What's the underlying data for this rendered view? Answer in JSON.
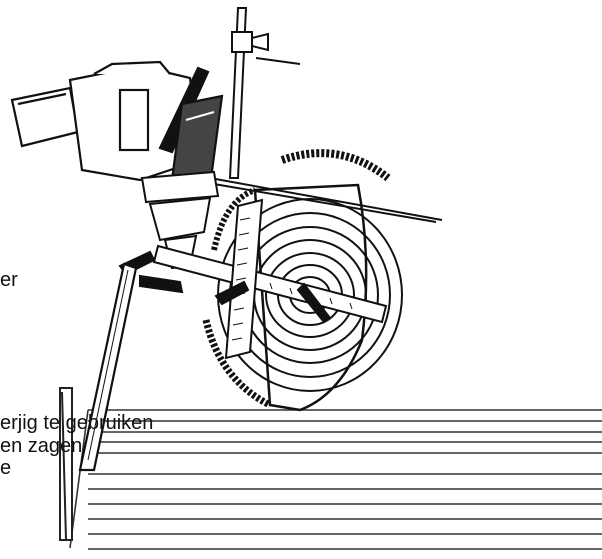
{
  "text_fragments": [
    "er",
    "erjig te gebruiken",
    "en zagen",
    "e"
  ],
  "ruler_label": "",
  "colors": {
    "ink": "#111111",
    "background": "#ffffff"
  }
}
